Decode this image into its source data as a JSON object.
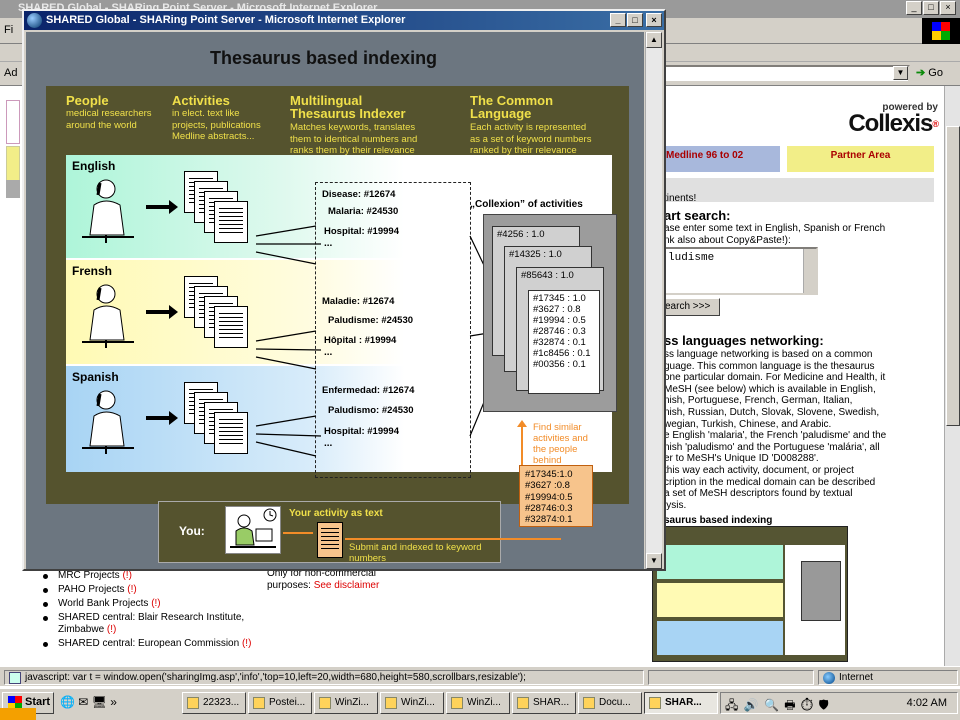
{
  "bg_browser": {
    "title": "SHARED Global - SHARing Point Server - Microsoft Internet Explorer",
    "menu_hint": "Fi",
    "addr_hint": "Ad",
    "go_label": "Go",
    "powered_by": "powered by",
    "collexis": "Collexis",
    "medline_tab": "Medline 96 to 02",
    "partner_tab": "Partner Area",
    "continents": "tinents!",
    "start_search_title": "art search:",
    "search_hint": "ase enter some text in English, Spanish or French\nnk also about Copy&Paste!):",
    "search_value": "ludisme",
    "search_button": "earch >>>",
    "networking_title": "ss languages networking:",
    "networking_text": "ss language networking is based on a common\nguage. This common language is the thesaurus\none particular domain. For Medicine and Health, it\nMeSH (see below) which is available in English,\nnish, Portuguese, French, German, Italian,\nnish, Russian, Dutch, Slovak, Slovene, Swedish,\nwegian, Turkish, Chinese, and Arabic.\ne English 'malaria', the French 'paludisme' and the\nnish 'paludismo' and the Portuguese 'malária', all\ner to MeSH's Unique ID 'D008288'.\nthis way each activity, document, or project\ncription in the medical domain can be described\na set of MeSH descriptors found by textual\nlysis.",
    "mini_title": "saurus based indexing",
    "projects": [
      {
        "name": "MRC Projects",
        "mark": "(!)"
      },
      {
        "name": "PAHO Projects",
        "mark": "(!)"
      },
      {
        "name": "World Bank Projects",
        "mark": "(!)"
      },
      {
        "name": "SHARED central: Blair Research Institute, Zimbabwe",
        "mark": "(!)"
      },
      {
        "name": "SHARED central: European Commission",
        "mark": "(!)"
      }
    ],
    "noncommercial_1": "Only for non-commercial",
    "noncommercial_2": "purposes:",
    "disclaimer": "See disclaimer"
  },
  "status_bar": {
    "text": "javascript: var t = window.open('sharingImg.asp','info','top=10,left=20,width=680,height=580,scrollbars,resizable');",
    "zone": "Internet"
  },
  "taskbar": {
    "start": "Start",
    "quick_launch": "»",
    "tasks": [
      {
        "label": "22323..."
      },
      {
        "label": "Postei..."
      },
      {
        "label": "WinZi..."
      },
      {
        "label": "WinZi..."
      },
      {
        "label": "WinZi..."
      },
      {
        "label": "SHAR..."
      },
      {
        "label": "Docu..."
      },
      {
        "label": "SHAR..."
      }
    ],
    "clock": "4:02 AM"
  },
  "popup": {
    "title": "SHARED Global - SHARing Point Server - Microsoft Internet Explorer",
    "diagram_title": "Thesaurus based indexing",
    "headers": [
      {
        "title": "People",
        "desc": "medical researchers\naround the world"
      },
      {
        "title": "Activities",
        "desc": "in elect. text like\nprojects, publications\nMedline abstracts..."
      },
      {
        "title": "Multilingual\nThesaurus Indexer",
        "desc": "Matches keywords, translates\nthem to identical numbers and\nranks them by their relevance"
      },
      {
        "title": "The Common\nLanguage",
        "desc": "Each activity is represented\nas a set of keyword numbers\nranked by their relevance"
      }
    ],
    "languages": [
      {
        "name": "English",
        "color": "#aef5d9",
        "terms": [
          "Disease:  #12674",
          "Malaria:  #24530",
          "Hospital:  #19994"
        ]
      },
      {
        "name": "Frensh",
        "color": "#fffab4",
        "terms": [
          "Maladie:  #12674",
          "Paludisme: #24530",
          "Hôpital :  #19994"
        ]
      },
      {
        "name": "Spanish",
        "color": "#a8d4f4",
        "terms": [
          "Enfermedad:  #12674",
          "Paludismo: #24530",
          "Hospital:  #19994"
        ]
      }
    ],
    "ellipsis": "...",
    "collexion_title": "„Collexion” of activities",
    "cards": [
      "#4256 : 1.0",
      "#14325 : 1.0",
      "#85643 : 1.0"
    ],
    "big_card": [
      "#17345 : 1.0",
      "#3627  : 0.8",
      "#19994 : 0.5",
      "#28746 : 0.3",
      "#32874 : 0.1",
      "#1c8456 : 0.1",
      "#00356 : 0.1"
    ],
    "find_similar": "Find similar\nactivities and\nthe people\nbehind",
    "keyword_box": [
      "#17345:1.0",
      "#3627 :0.8",
      "#19994:0.5",
      "#28746:0.3",
      "#32874:0.1"
    ],
    "you_label": "You:",
    "activity_label": "Your activity as text",
    "submit_label": "Submit and indexed to keyword numbers"
  }
}
